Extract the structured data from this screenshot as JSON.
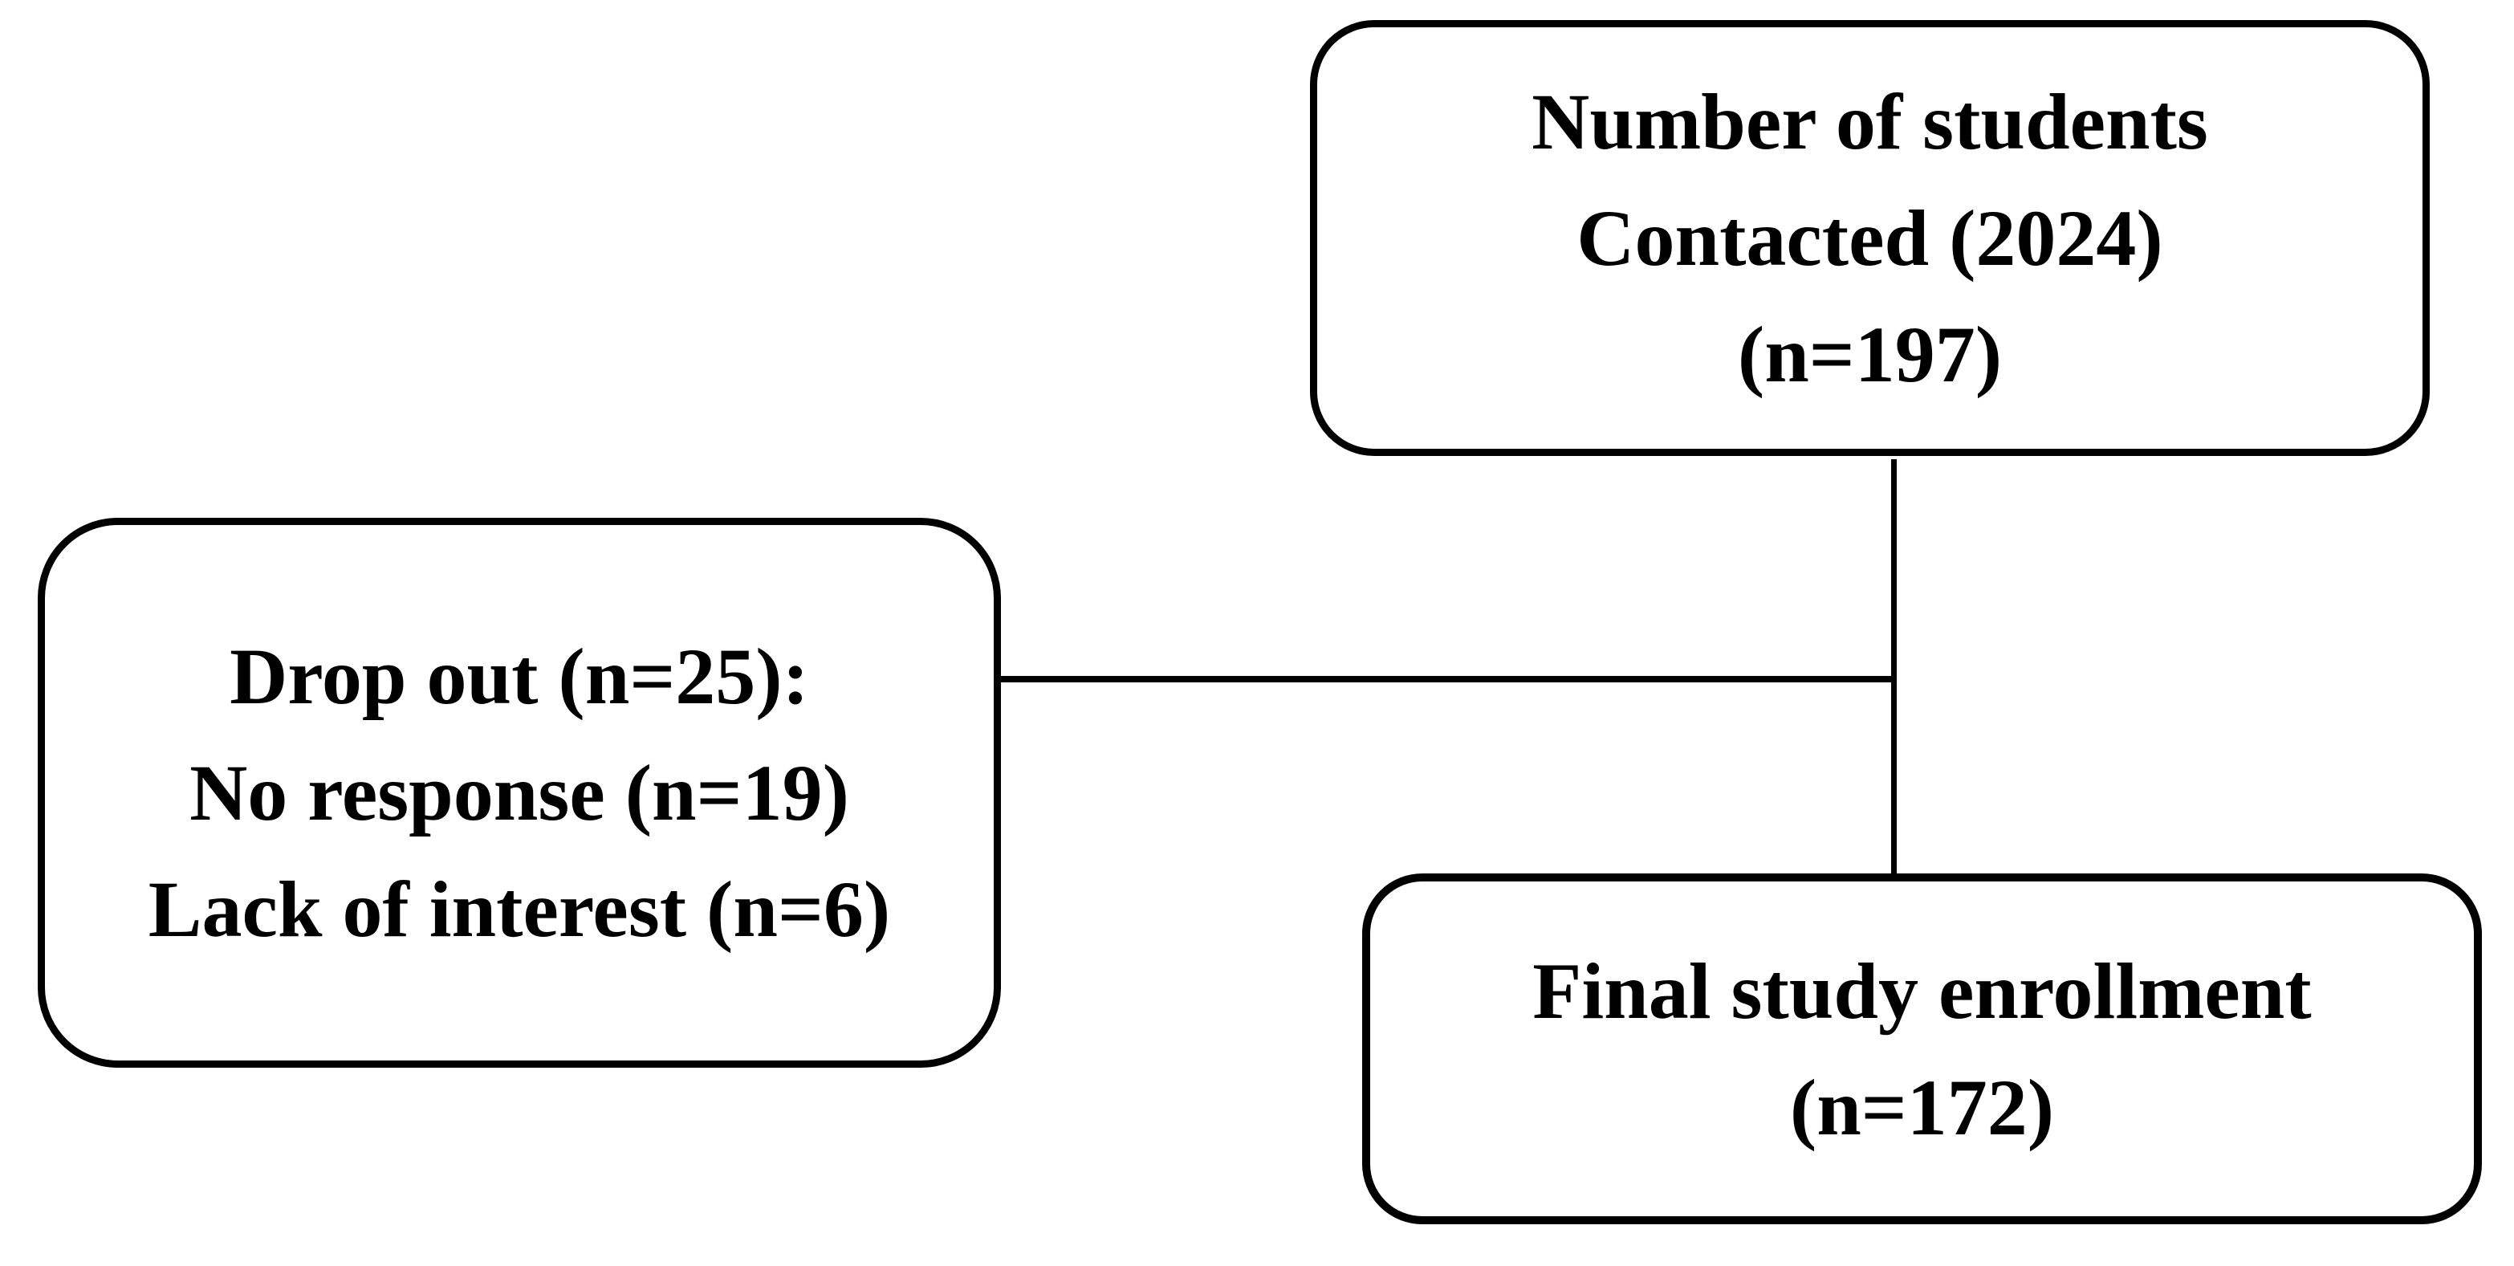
{
  "figure": {
    "background_color": "#ffffff",
    "stroke_color": "#000000",
    "nodes": {
      "contacted": {
        "lines": [
          "Number of students",
          "Contacted (2024)",
          "(n=197)"
        ],
        "n": 197
      },
      "dropout": {
        "lines": [
          "Drop out (n=25):",
          "No response (n=19)",
          "Lack of interest (n=6)"
        ],
        "n": 25,
        "no_response_n": 19,
        "lack_of_interest_n": 6
      },
      "enrollment": {
        "lines": [
          "Final study enrollment",
          "(n=172)"
        ],
        "n": 172
      }
    },
    "edges": [
      {
        "from": "contacted",
        "to": "enrollment",
        "shape": "vertical-line"
      },
      {
        "from": "dropout",
        "to": "contacted-enrollment-line",
        "shape": "horizontal-line"
      }
    ]
  }
}
